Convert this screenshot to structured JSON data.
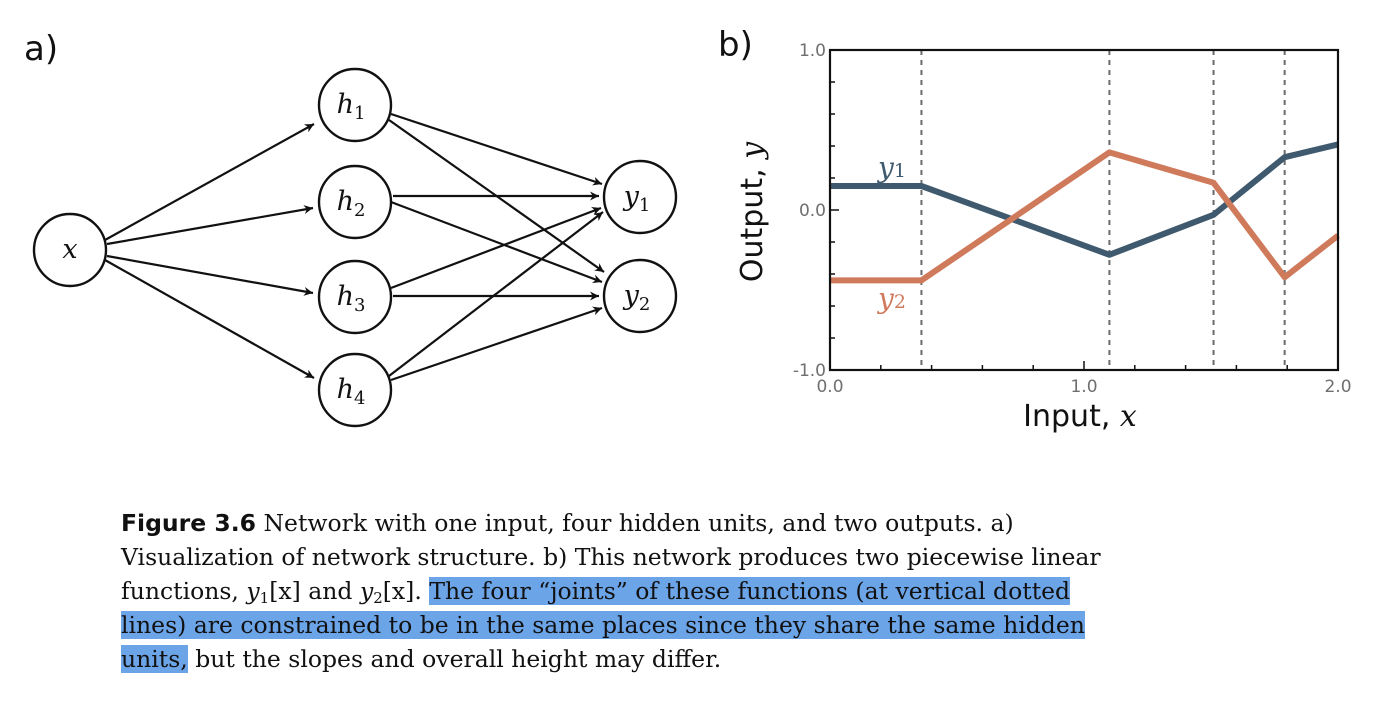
{
  "figure_a": {
    "panel_label": "a)",
    "input_node": {
      "var": "x"
    },
    "hidden_nodes": [
      {
        "var": "h",
        "sub": "1"
      },
      {
        "var": "h",
        "sub": "2"
      },
      {
        "var": "h",
        "sub": "3"
      },
      {
        "var": "h",
        "sub": "4"
      }
    ],
    "output_nodes": [
      {
        "var": "y",
        "sub": "1"
      },
      {
        "var": "y",
        "sub": "2"
      }
    ]
  },
  "chart_data": {
    "type": "line",
    "panel_label": "b)",
    "xlabel": "Input, ",
    "xlabel_var": "x",
    "ylabel": "Output, ",
    "ylabel_var": "y",
    "xlim": [
      0.0,
      2.0
    ],
    "ylim": [
      -1.0,
      1.0
    ],
    "x_ticks": [
      "0.0",
      "1.0",
      "2.0"
    ],
    "y_ticks": [
      "1.0",
      "0.0",
      "-1.0"
    ],
    "joints": [
      0.36,
      1.1,
      1.51,
      1.79
    ],
    "series": [
      {
        "name_var": "y",
        "name_sub": "1",
        "color": "#3f5a6e",
        "x": [
          0.0,
          0.36,
          1.1,
          1.51,
          1.79,
          2.0
        ],
        "y": [
          0.15,
          0.15,
          -0.28,
          -0.03,
          0.33,
          0.41
        ]
      },
      {
        "name_var": "y",
        "name_sub": "2",
        "color": "#d07a5c",
        "x": [
          0.0,
          0.36,
          1.1,
          1.51,
          1.79,
          2.0
        ],
        "y": [
          -0.44,
          -0.44,
          0.36,
          0.17,
          -0.42,
          -0.16
        ]
      }
    ]
  },
  "caption": {
    "label": "Figure 3.6",
    "line1_text": " Network with one input, four hidden units, and two outputs.  a)",
    "line2_text": "Visualization of network structure. b) This network produces two piecewise linear",
    "line3_pre": "functions, ",
    "f1_var": "y",
    "f1_sub": "1",
    "f1_arg": "[x]",
    "and": " and ",
    "f2_var": "y",
    "f2_sub": "2",
    "f2_arg": "[x]",
    "line3_end": ".",
    "line3_highlight": "The four “joints” of these functions (at vertical dotted",
    "line4_highlight": "lines) are constrained to be in the same places since they share the same hidden",
    "line5_highlight": "units,",
    "line5_rest": " but the slopes and overall height may differ."
  }
}
